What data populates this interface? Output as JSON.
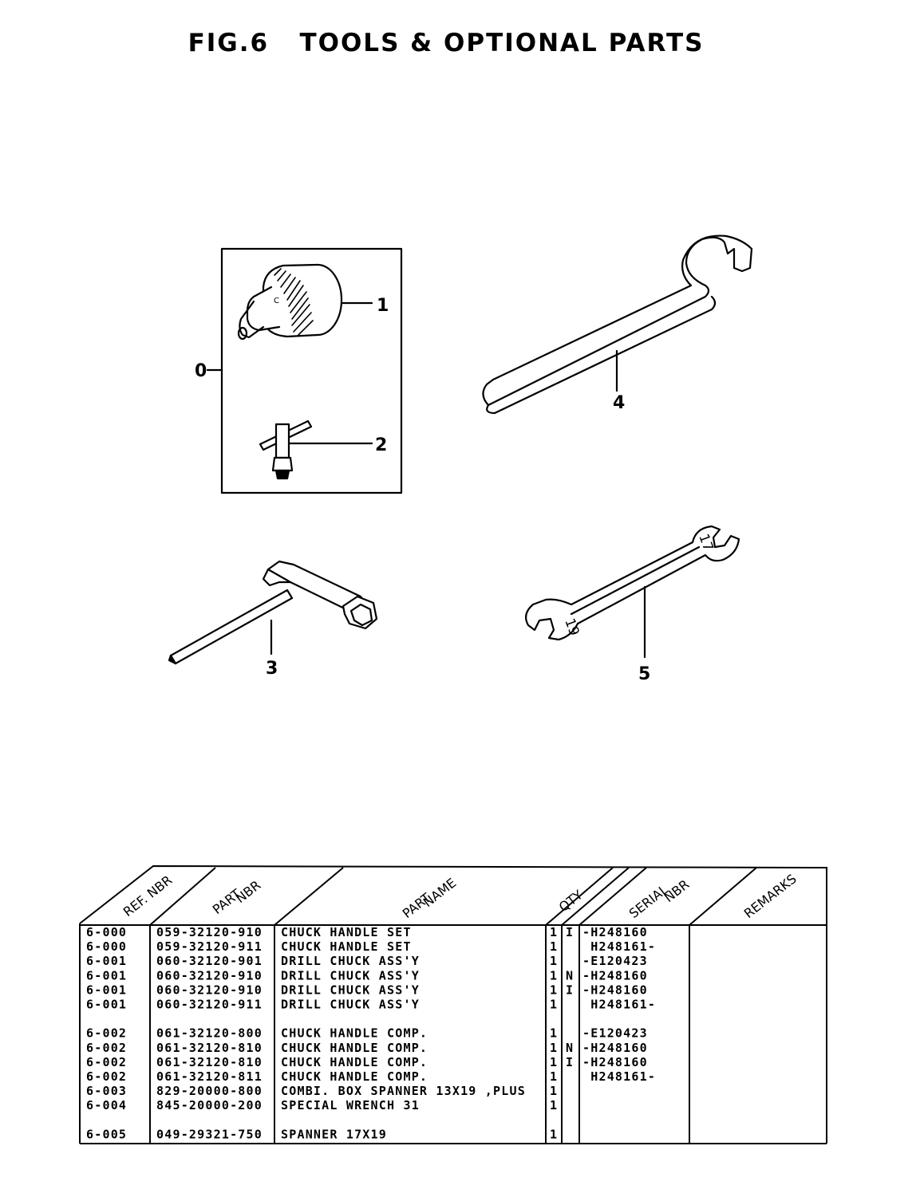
{
  "title": "FIG.6   TOOLS & OPTIONAL PARTS",
  "callouts": [
    "0",
    "1",
    "2",
    "3",
    "4",
    "5"
  ],
  "illustration_labels": {
    "spanner_size_top": "17",
    "spanner_size_bottom": "19"
  },
  "table": {
    "headers": {
      "ref_nbr": [
        "REF. NBR"
      ],
      "part_nbr": [
        "PART",
        "NBR"
      ],
      "part_name": [
        "PART",
        "NAME"
      ],
      "qty": [
        "QTY"
      ],
      "serial_nbr": [
        "SERIAL",
        "NBR"
      ],
      "remarks": [
        "REMARKS"
      ]
    },
    "rows": [
      {
        "ref": "6-000",
        "part": "059-32120-910",
        "name": "CHUCK HANDLE SET",
        "qty": "1",
        "code": "I",
        "serial": "-H248160",
        "remarks": ""
      },
      {
        "ref": "6-000",
        "part": "059-32120-911",
        "name": "CHUCK HANDLE SET",
        "qty": "1",
        "code": "",
        "serial": " H248161-",
        "remarks": ""
      },
      {
        "ref": "6-001",
        "part": "060-32120-901",
        "name": "DRILL CHUCK ASS'Y",
        "qty": "1",
        "code": "",
        "serial": "-E120423",
        "remarks": ""
      },
      {
        "ref": "6-001",
        "part": "060-32120-910",
        "name": "DRILL CHUCK ASS'Y",
        "qty": "1",
        "code": "N",
        "serial": "-H248160",
        "remarks": ""
      },
      {
        "ref": "6-001",
        "part": "060-32120-910",
        "name": "DRILL CHUCK ASS'Y",
        "qty": "1",
        "code": "I",
        "serial": "-H248160",
        "remarks": ""
      },
      {
        "ref": "6-001",
        "part": "060-32120-911",
        "name": "DRILL CHUCK ASS'Y",
        "qty": "1",
        "code": "",
        "serial": " H248161-",
        "remarks": ""
      },
      {
        "ref": "6-002",
        "part": "061-32120-800",
        "name": "CHUCK HANDLE COMP.",
        "qty": "1",
        "code": "",
        "serial": "-E120423",
        "remarks": ""
      },
      {
        "ref": "6-002",
        "part": "061-32120-810",
        "name": "CHUCK HANDLE COMP.",
        "qty": "1",
        "code": "N",
        "serial": "-H248160",
        "remarks": ""
      },
      {
        "ref": "6-002",
        "part": "061-32120-810",
        "name": "CHUCK HANDLE COMP.",
        "qty": "1",
        "code": "I",
        "serial": "-H248160",
        "remarks": ""
      },
      {
        "ref": "6-002",
        "part": "061-32120-811",
        "name": "CHUCK HANDLE COMP.",
        "qty": "1",
        "code": "",
        "serial": " H248161-",
        "remarks": ""
      },
      {
        "ref": "6-003",
        "part": "829-20000-800",
        "name": "COMBI. BOX SPANNER 13X19 ,PLUS",
        "qty": "1",
        "code": "",
        "serial": "",
        "remarks": ""
      },
      {
        "ref": "6-004",
        "part": "845-20000-200",
        "name": "SPECIAL WRENCH 31",
        "qty": "1",
        "code": "",
        "serial": "",
        "remarks": ""
      },
      {
        "ref": "6-005",
        "part": "049-29321-750",
        "name": "SPANNER 17X19",
        "qty": "1",
        "code": "",
        "serial": "",
        "remarks": ""
      }
    ]
  }
}
